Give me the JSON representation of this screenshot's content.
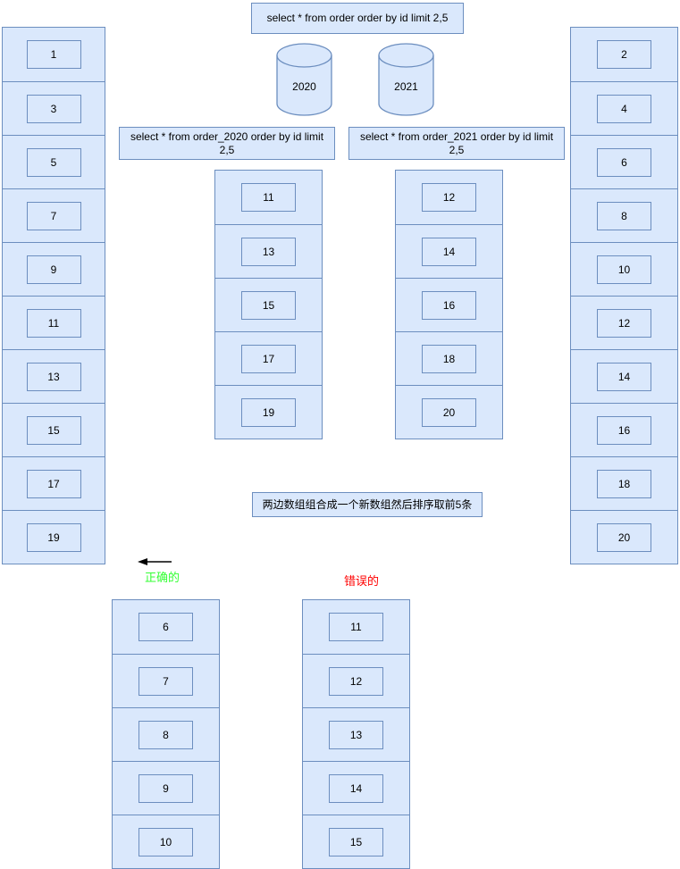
{
  "colors": {
    "fill": "#dae8fc",
    "border": "#6c8ebf",
    "correct_green": "#33ff33",
    "error_red": "#ff0000",
    "text": "#000000"
  },
  "global_query": {
    "text": "select * from order order by id limit 2,5"
  },
  "full_tables": {
    "left_odd": {
      "values": [
        "1",
        "3",
        "5",
        "7",
        "9",
        "11",
        "13",
        "15",
        "17",
        "19"
      ]
    },
    "right_even": {
      "values": [
        "2",
        "4",
        "6",
        "8",
        "10",
        "12",
        "14",
        "16",
        "18",
        "20"
      ]
    }
  },
  "shards": [
    {
      "db_label": "2020",
      "query": "select * from order_2020 order by id limit 2,5",
      "result_values": [
        "11",
        "13",
        "15",
        "17",
        "19"
      ]
    },
    {
      "db_label": "2021",
      "query": "select * from order_2021 order by id limit 2,5",
      "result_values": [
        "12",
        "14",
        "16",
        "18",
        "20"
      ]
    }
  ],
  "merge_note": "两边数组组合成一个新数组然后排序取前5条",
  "outcomes": {
    "correct": {
      "label": "正确的",
      "values": [
        "6",
        "7",
        "8",
        "9",
        "10"
      ]
    },
    "wrong": {
      "label": "错误的",
      "values": [
        "11",
        "12",
        "13",
        "14",
        "15"
      ]
    }
  }
}
